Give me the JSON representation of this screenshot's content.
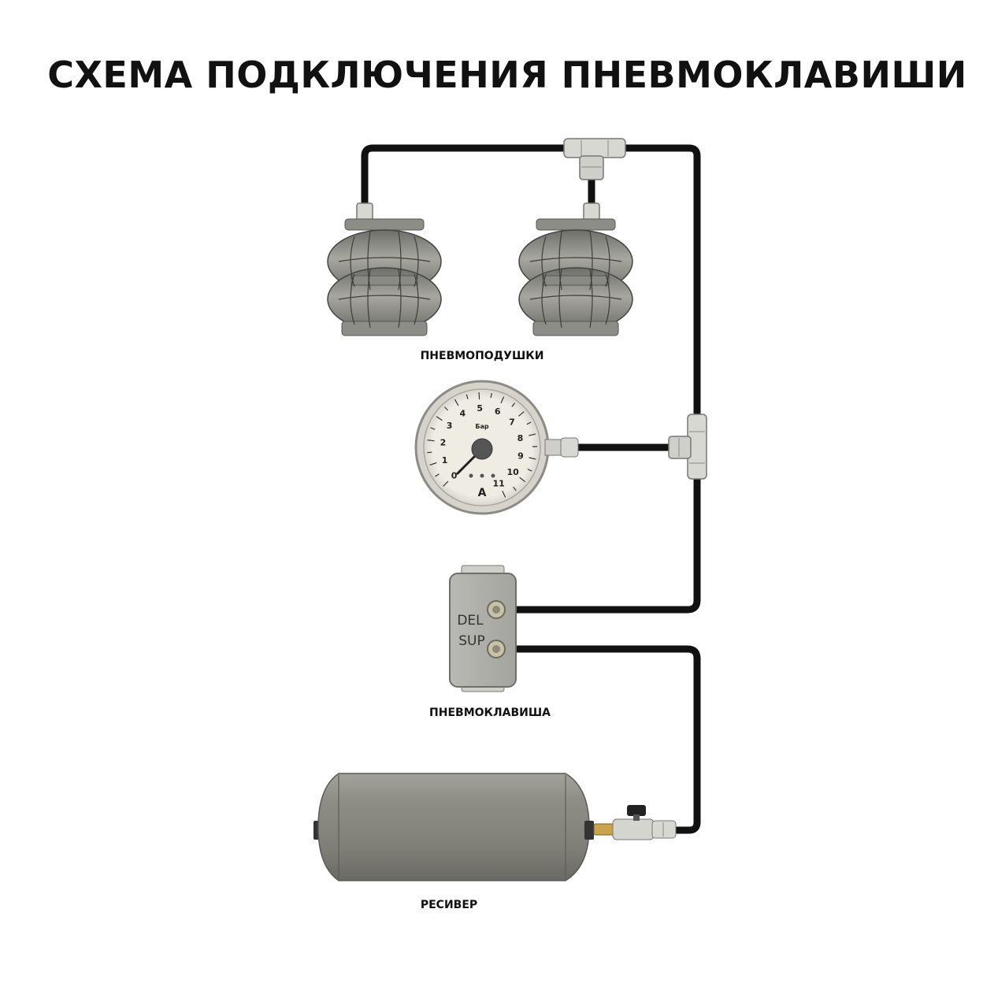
{
  "title": "СХЕМА ПОДКЛЮЧЕНИЯ ПНЕВМОКЛАВИШИ",
  "labels": {
    "air_springs": "ПНЕВМОПОДУШКИ",
    "switch": "ПНЕВМОКЛАВИША",
    "receiver": "РЕСИВЕР"
  },
  "switch_ports": {
    "del": "DEL",
    "sup": "SUP"
  },
  "gauge": {
    "unit": "Бар",
    "scale": [
      "0",
      "1",
      "2",
      "3",
      "4",
      "5",
      "6",
      "7",
      "8",
      "9",
      "10",
      "11"
    ],
    "needle_value": 0,
    "logo": "A"
  },
  "colors": {
    "hose": "#111111",
    "component_gray": "#8c8c86",
    "fitting": "#d8d8d2",
    "gauge_face": "#efece4"
  }
}
